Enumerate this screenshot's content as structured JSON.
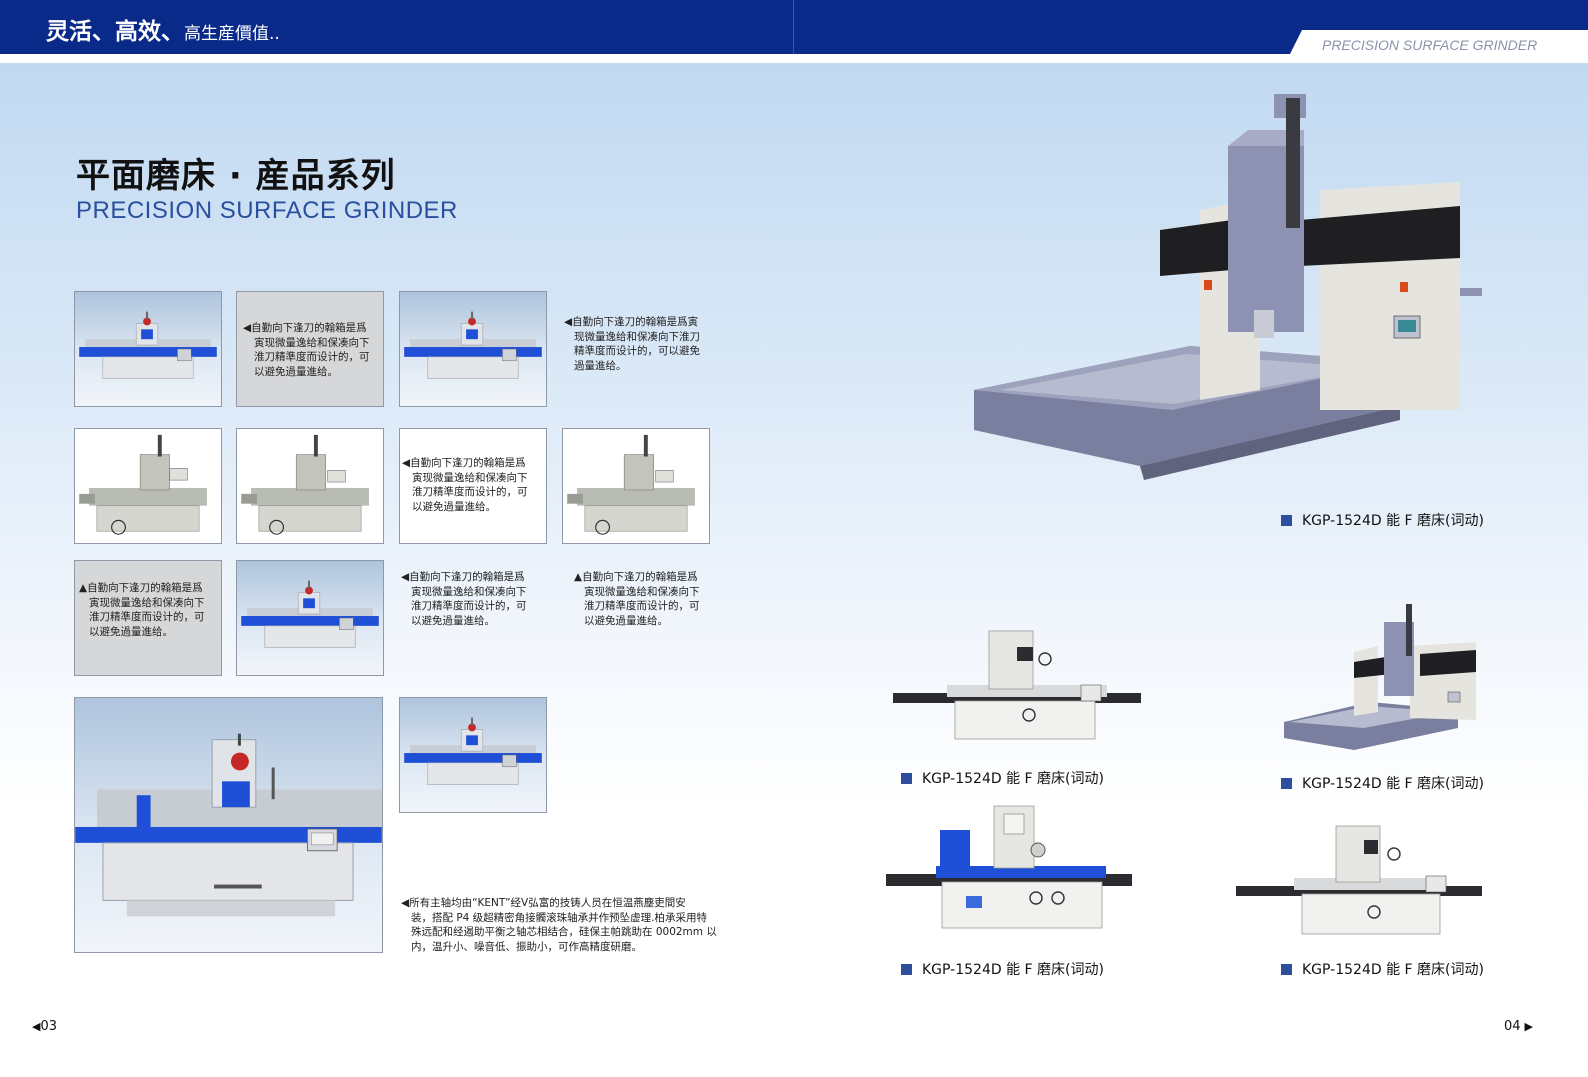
{
  "header": {
    "title_bold": "灵活、高效、",
    "title_rest": "高生産價值..",
    "right_tab": "PRECISION SURFACE GRINDER"
  },
  "title": {
    "cn": "平面磨床 · 産品系列",
    "en": "PRECISION SURFACE GRINDER"
  },
  "captions": {
    "c1": [
      "◀自勤向下逢刀的翰箱是爲",
      "寅现微量逸给和保凑向下",
      "淮刀精準度而设计的，可",
      "以避免過量進给。"
    ],
    "c2": [
      "◀自勤向下逢刀的翰箱是爲寅",
      "现微量逸给和保凑向下淮刀",
      "精準度而设计的，可以避免",
      "過量進给。"
    ],
    "c3": [
      "◀自勤向下逢刀的翰箱是爲",
      "寅现微量逸给和保凑向下",
      "淮刀精準度而设计的，可",
      "以避免過量進给。"
    ],
    "c4": [
      "▲自勤向下逢刀的翰箱是爲",
      "寅现微量逸给和保凑向下",
      "淮刀精準度而设计的，可",
      "以避免過量進给。"
    ],
    "c5": [
      "◀自勤向下逢刀的翰箱是爲",
      "寅现微量逸给和保凑向下",
      "淮刀精準度而设计的，可",
      "以避免過量進给。"
    ],
    "c6": [
      "▲自勤向下逢刀的翰箱是爲",
      "寅现微量逸给和保凑向下",
      "淮刀精準度而设计的，可",
      "以避免過量進给。"
    ],
    "spindle": [
      "◀所有主轴均由“KENT”经Ⅴ弘富的技铸人员在恒温燕塵吏間安",
      "装，搭配 P4 级超精密角接髑滚珠轴承并作预坠虚理.柏承采用特",
      "殊远配和经遏助平衡之轴芯相结合，硅保主帕跳助在 0002mm 以",
      "内，温升小、噪音低、振助小，可作高精度研磨。"
    ]
  },
  "products": {
    "p1": "KGP-1524D 能 F 磨床(词动)",
    "p2": "KGP-1524D 能 F 磨床(词动)",
    "p3": "KGP-1524D 能 F 磨床(词动)",
    "p4": "KGP-1524D 能 F 磨床(词动)",
    "p5": "KGP-1524D 能 F 磨床(词动)"
  },
  "pages": {
    "left": "03",
    "right": "04"
  },
  "icons": {
    "left_arrow": "◀",
    "right_arrow": "▶",
    "label_marker": "blue-square"
  },
  "colors": {
    "header_navy": "#0a2a8a",
    "title_blue": "#2a4fa0",
    "machine_blue": "#1f4fd6",
    "gantry_gray": "#7a7f9f",
    "label_square": "#2d4e9c"
  }
}
